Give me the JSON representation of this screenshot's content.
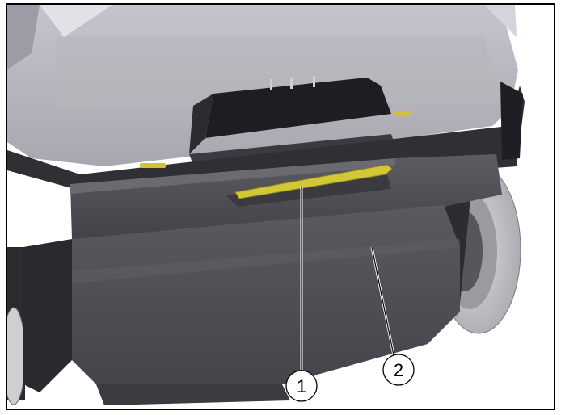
{
  "callouts": [
    {
      "label": "1",
      "part": "handle"
    },
    {
      "label": "2",
      "part": "container"
    }
  ],
  "colors": {
    "housing_light": "#b4b3bb",
    "housing_dark": "#4f4f55",
    "handle": "#d4c735",
    "wheel": "#c9c9cc",
    "frame": "#000000"
  }
}
